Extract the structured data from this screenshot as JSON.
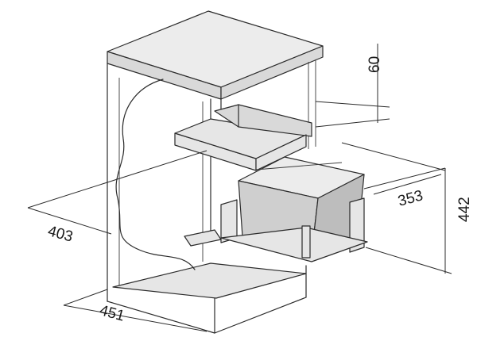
{
  "dimensions": {
    "height_clearance": "60",
    "depth_upper": "353",
    "bin_height": "442",
    "inner_width": "403",
    "cabinet_width": "451"
  },
  "colors": {
    "line": "#2b2b2b",
    "panel_light": "#ececec",
    "panel_shade": "#d9d9d9",
    "bin_fill": "#cfcfcf"
  }
}
